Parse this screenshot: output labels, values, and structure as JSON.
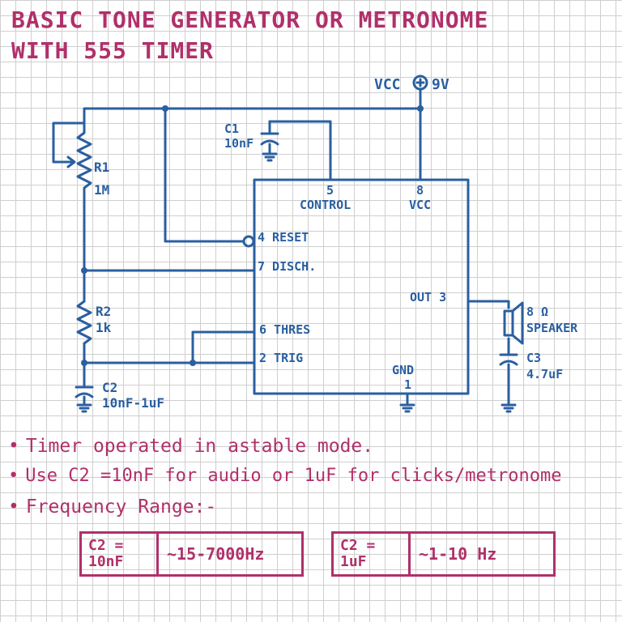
{
  "title": {
    "line1": "BASIC TONE GENERATOR OR METRONOME",
    "line2": "WITH 555 TIMER"
  },
  "colors": {
    "ink_blue": "#2a5fa0",
    "ink_magenta": "#b0306a",
    "grid": "#cfcfcf"
  },
  "supply": {
    "label": "VCC",
    "symbol": "+",
    "voltage": "9V"
  },
  "components": {
    "r1": {
      "name": "R1",
      "value": "1M"
    },
    "r2": {
      "name": "R2",
      "value": "1k"
    },
    "c1": {
      "name": "C1",
      "value": "10nF"
    },
    "c2": {
      "name": "C2",
      "value": "10nF-1uF"
    },
    "c3": {
      "name": "C3",
      "value": "4.7uF"
    },
    "speaker": {
      "value": "8 Ω",
      "label": "SPEAKER"
    }
  },
  "ic": {
    "pins": {
      "control": {
        "num": "5",
        "label": "CONTROL"
      },
      "vcc": {
        "num": "8",
        "label": "VCC"
      },
      "reset": {
        "label": "4 RESET"
      },
      "disch": {
        "label": "7 DISCH."
      },
      "thres": {
        "label": "6 THRES"
      },
      "trig": {
        "label": "2 TRIG"
      },
      "out": {
        "label": "OUT 3"
      },
      "gnd": {
        "label": "GND",
        "num": "1"
      }
    }
  },
  "notes": [
    "Timer operated in astable mode.",
    "Use C2 =10nF for audio or 1uF for clicks/metronome",
    "Frequency Range:-"
  ],
  "bullet": "•",
  "frequency_table": [
    {
      "cap_line1": "C2 =",
      "cap_line2": "10nF",
      "range": "~15-7000Hz"
    },
    {
      "cap_line1": "C2 =",
      "cap_line2": "1uF",
      "range": "~1-10 Hz"
    }
  ]
}
